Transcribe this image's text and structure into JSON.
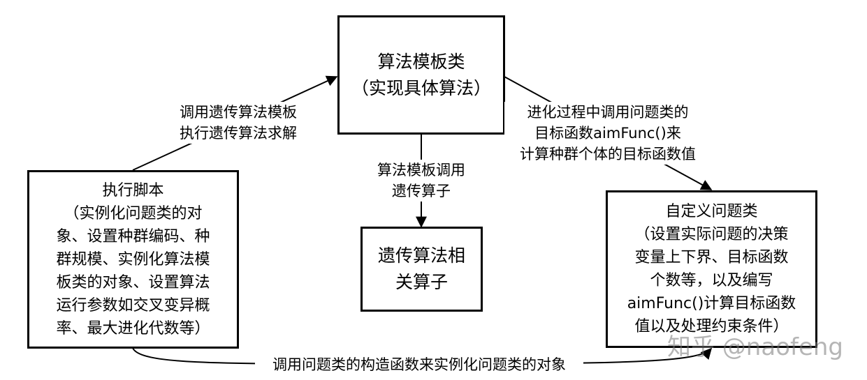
{
  "boxes": {
    "algorithm_template": {
      "lines": [
        "算法模板类",
        "（实现具体算法）"
      ]
    },
    "execution_script": {
      "lines": [
        "执行脚本",
        "（实例化问题类的对",
        "象、设置种群编码、种",
        "群规模、实例化算法模",
        "板类的对象、设置算法",
        "运行参数如交叉变异概",
        "率、最大进化代数等）"
      ]
    },
    "genetic_operators": {
      "lines": [
        "遗传算法相",
        "关算子"
      ]
    },
    "custom_problem": {
      "lines": [
        "自定义问题类",
        "（设置实际问题的决策",
        "变量上下界、目标函数",
        "个数等，以及编写",
        "aimFunc()计算目标函数",
        "值以及处理约束条件）"
      ]
    }
  },
  "edge_labels": {
    "script_to_template": [
      "调用遗传算法模板",
      "执行遗传算法求解"
    ],
    "template_to_operators": [
      "算法模板调用",
      "遗传算子"
    ],
    "template_to_problem": [
      "进化过程中调用问题类的",
      "目标函数aimFunc()来",
      "计算种群个体的目标函数值"
    ],
    "script_to_problem": [
      "调用问题类的构造函数来实例化问题类的对象"
    ]
  },
  "watermark": "知乎 @naofeng"
}
